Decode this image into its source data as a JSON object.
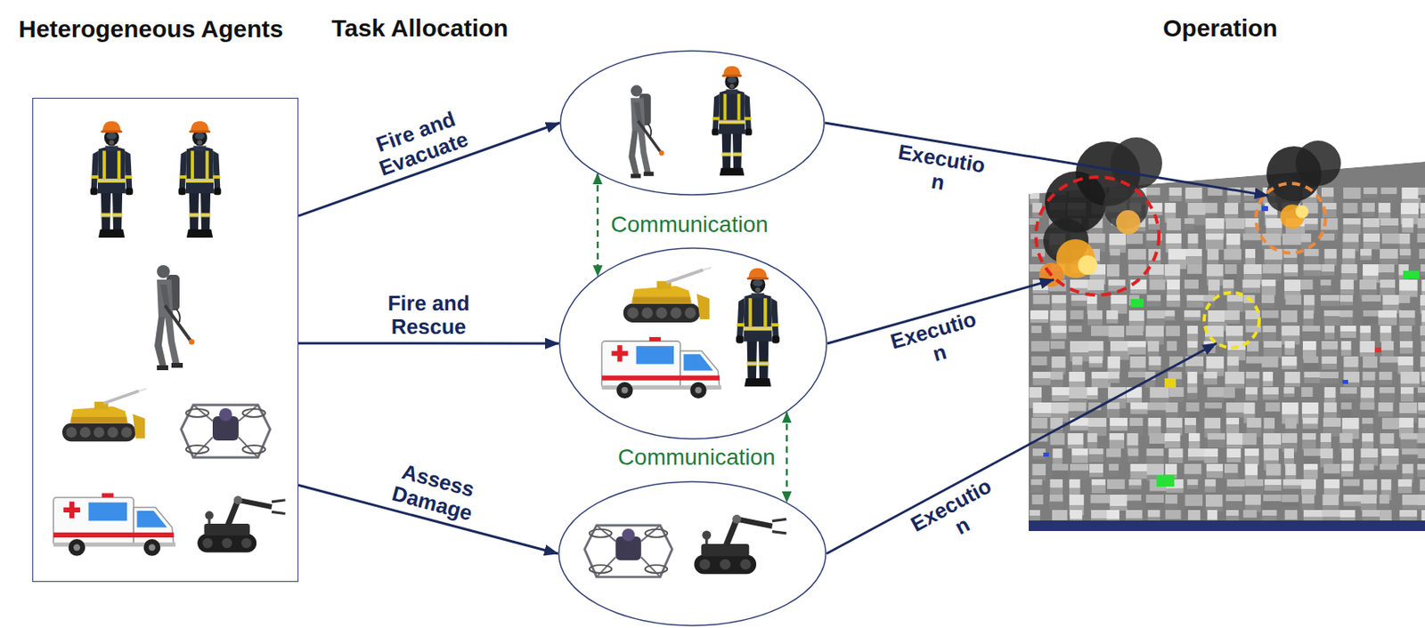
{
  "diagram": {
    "nodes": [
      {
        "text": [
          "Heterogeneous Agents"
        ]
      },
      {
        "text": []
      },
      {
        "text": []
      },
      {
        "text": []
      },
      {
        "text": [
          "Operation"
        ]
      }
    ],
    "edges": [
      {
        "from": 0,
        "to": 1,
        "arrow": "to",
        "label": "Fire and Evacuate"
      },
      {
        "from": 0,
        "to": 2,
        "arrow": "to",
        "label": "Fire and Rescue"
      },
      {
        "from": 0,
        "to": 3,
        "arrow": "to",
        "label": "Assess Damage"
      },
      {
        "from": 1,
        "to": 2,
        "arrow": "both",
        "label": "Communication"
      },
      {
        "from": 2,
        "to": 3,
        "arrow": "both",
        "label": "Communication"
      },
      {
        "from": 1,
        "to": 4,
        "arrow": "to",
        "label": "Executio n"
      },
      {
        "from": 2,
        "to": 4,
        "arrow": "to",
        "label": "Executio n"
      },
      {
        "from": 3,
        "to": 4,
        "arrow": "to",
        "label": "Executio n"
      }
    ],
    "labels": [
      "Task Allocation"
    ]
  }
}
